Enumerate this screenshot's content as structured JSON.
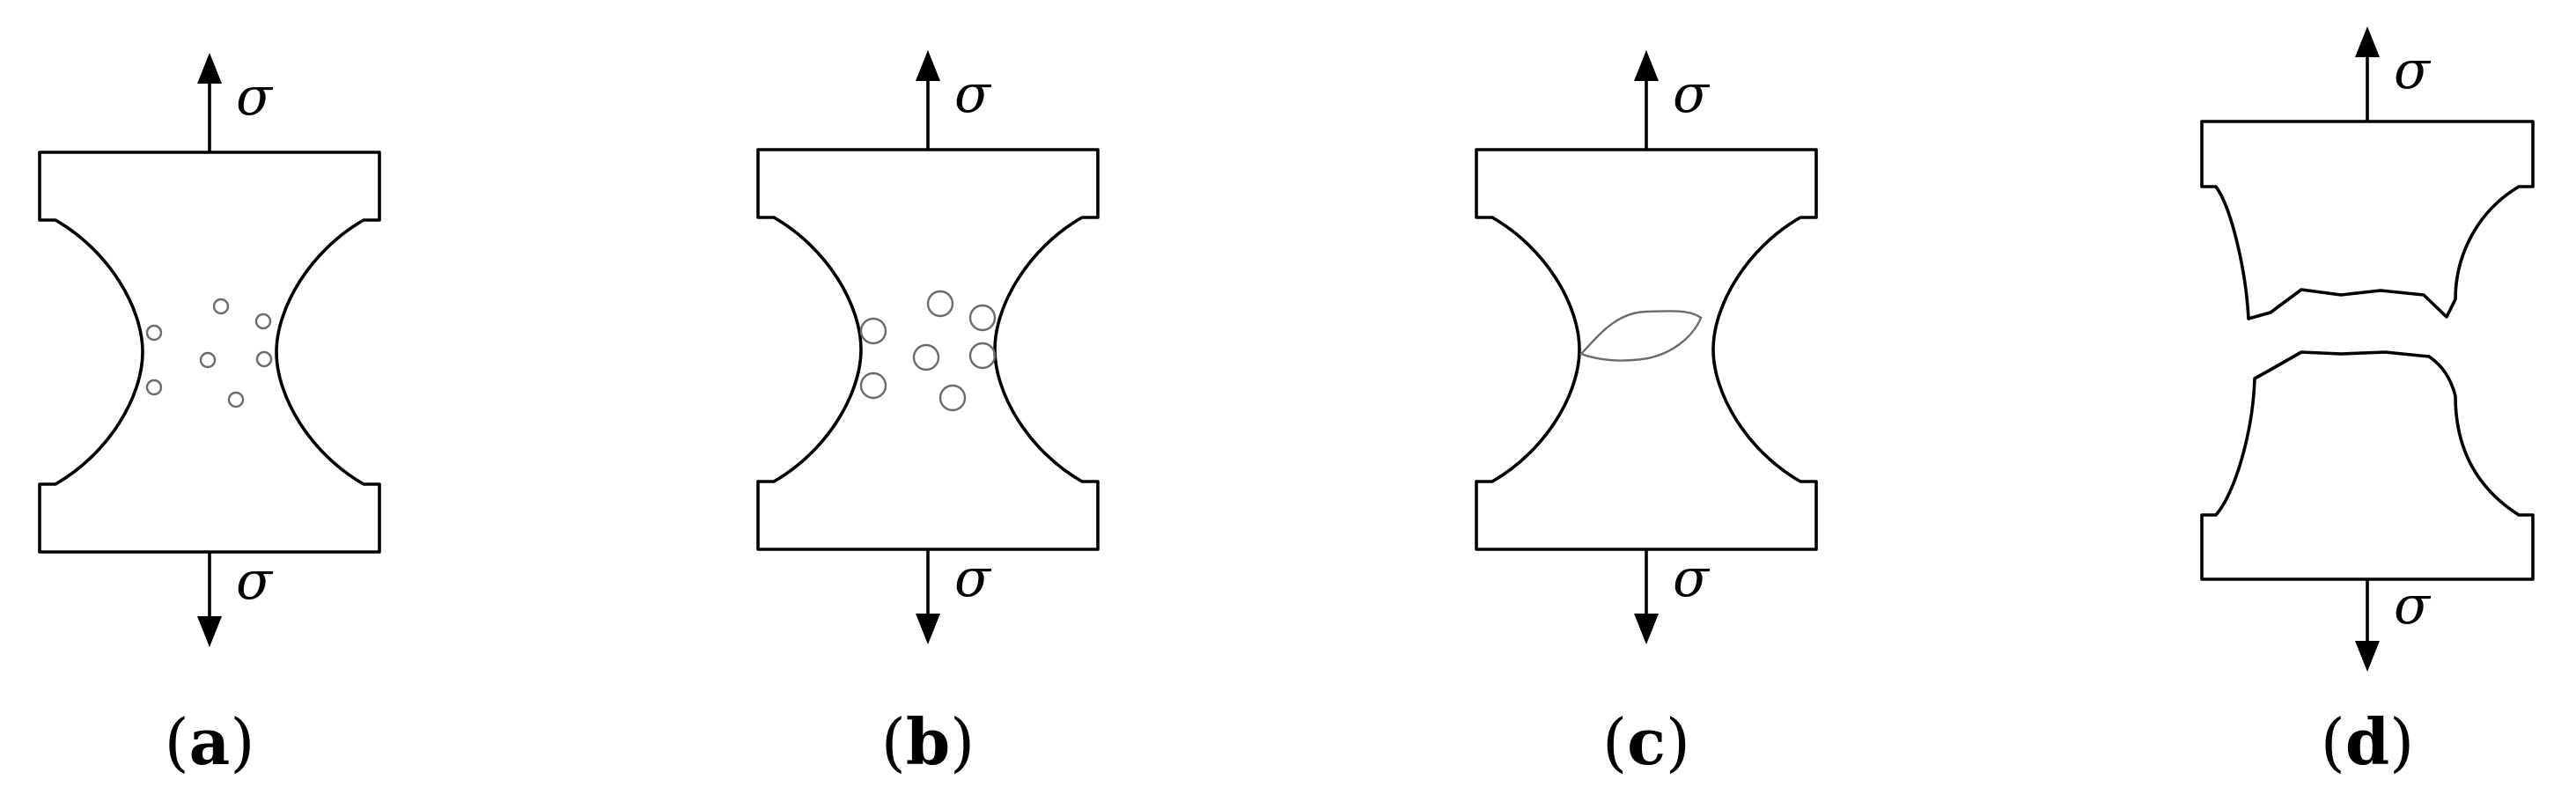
{
  "stress_symbol": "σ",
  "panels": [
    {
      "label": "a"
    },
    {
      "label": "b"
    },
    {
      "label": "c"
    },
    {
      "label": "d"
    }
  ]
}
